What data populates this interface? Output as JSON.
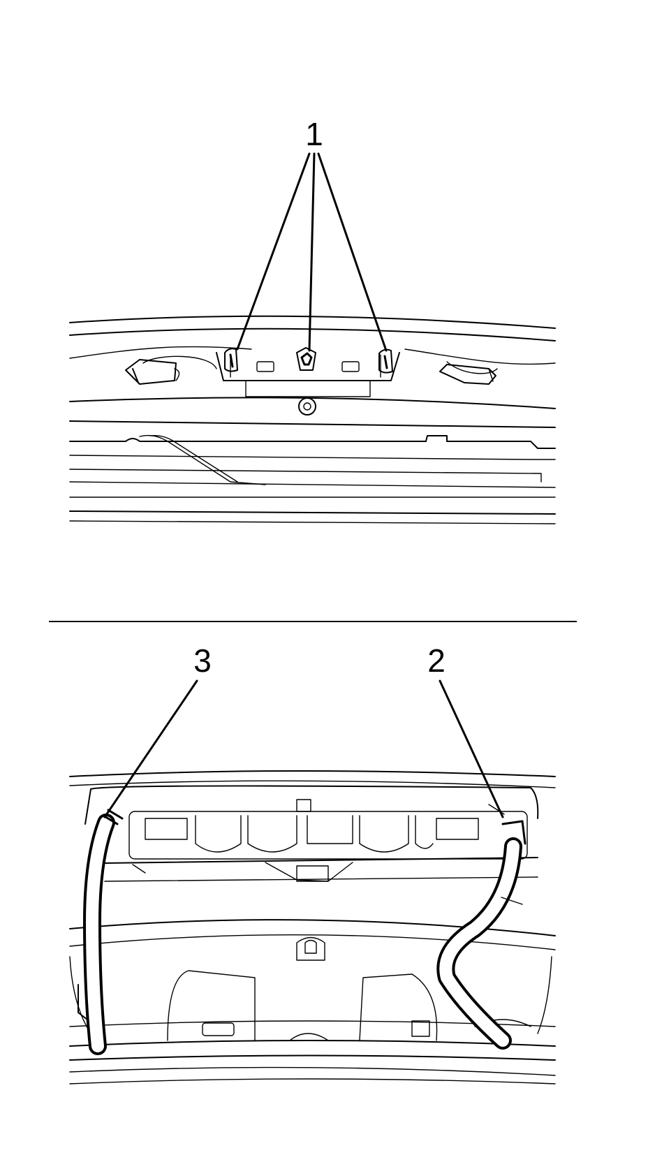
{
  "figure": {
    "background": "#ffffff",
    "line_color": "#000000",
    "top_panel": {
      "callouts": [
        {
          "id": "1",
          "label": "1"
        }
      ]
    },
    "bottom_panel": {
      "callouts": [
        {
          "id": "3",
          "label": "3"
        },
        {
          "id": "2",
          "label": "2"
        }
      ]
    }
  }
}
